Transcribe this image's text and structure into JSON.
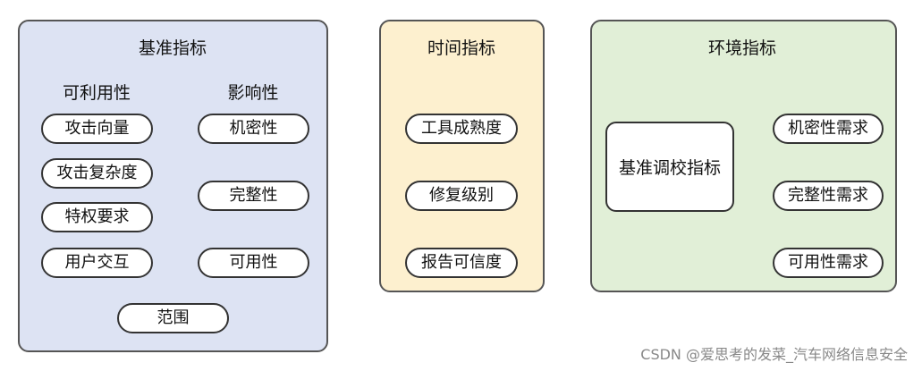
{
  "base": {
    "title": "基准指标",
    "col_availability": "可利用性",
    "col_impact": "影响性",
    "availability_items": [
      "攻击向量",
      "攻击复杂度",
      "特权要求",
      "用户交互"
    ],
    "impact_items": [
      "机密性",
      "完整性",
      "可用性"
    ],
    "scope": "范围"
  },
  "time": {
    "title": "时间指标",
    "items": [
      "工具成熟度",
      "修复级别",
      "报告可信度"
    ]
  },
  "env": {
    "title": "环境指标",
    "box": "基准调校指标",
    "items": [
      "机密性需求",
      "完整性需求",
      "可用性需求"
    ]
  },
  "watermark": "CSDN @爱思考的发菜_汽车网络信息安全"
}
